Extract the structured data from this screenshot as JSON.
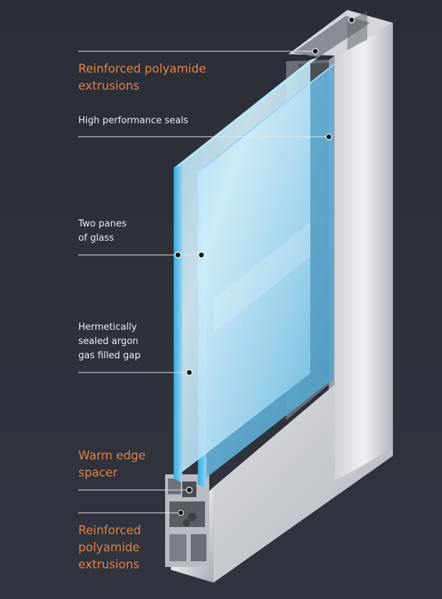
{
  "diagram": {
    "labels": {
      "top_extrusions": [
        "Reinforced polyamide",
        "extrusions"
      ],
      "seals": [
        "High performance seals"
      ],
      "panes": [
        "Two panes",
        "of glass"
      ],
      "gap": [
        "Hermetically",
        "sealed argon",
        "gas filled gap"
      ],
      "spacer": [
        "Warm edge",
        "spacer"
      ],
      "bottom_extrusions": [
        "Reinforced",
        "polyamide",
        "extrusions"
      ]
    },
    "colors": {
      "background": "#2c2f38",
      "accent_label": "#e0824a",
      "plain_label": "#eceff3",
      "glass": "#8fd0ee",
      "frame": "#c9ccd2"
    }
  }
}
